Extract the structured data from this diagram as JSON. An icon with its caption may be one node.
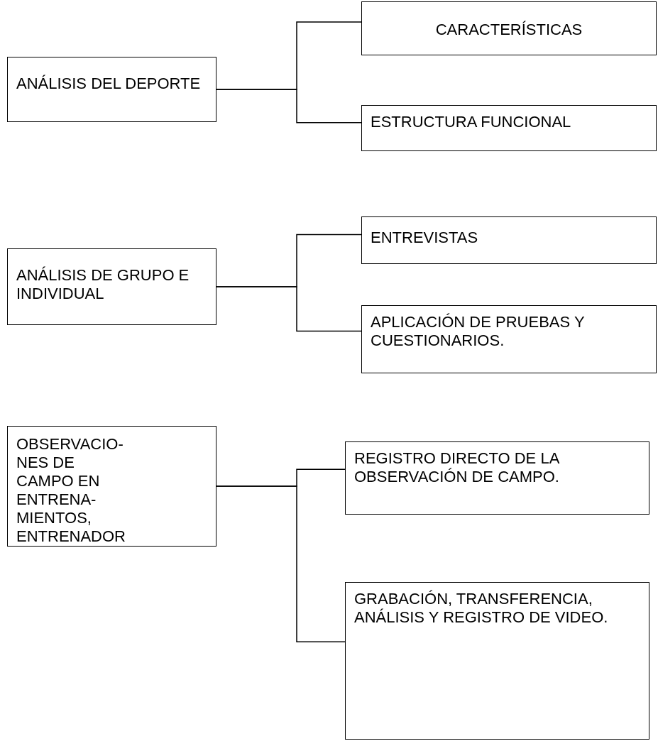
{
  "diagram": {
    "nodes": [
      {
        "text": [
          "ANÁLISIS DEL DEPORTE"
        ]
      },
      {
        "text": [
          "CARACTERÍSTICAS"
        ]
      },
      {
        "text": [
          "ESTRUCTURA FUNCIONAL"
        ]
      },
      {
        "text": [
          "ANÁLISIS DE GRUPO E INDIVIDUAL"
        ]
      },
      {
        "text": [
          "ENTREVISTAS"
        ]
      },
      {
        "text": [
          "APLICACIÓN DE PRUEBAS Y CUESTIONARIOS."
        ]
      },
      {
        "text": [
          "OBSERVACIO- NES DE CAMPO EN ENTRENA- MIENTOS, ENTRENADOR"
        ]
      },
      {
        "text": [
          "REGISTRO DIRECTO DE LA OBSERVACIÓN DE CAMPO."
        ]
      },
      {
        "text": [
          "GRABACIÓN, TRANSFERENCIA, ANÁLISIS Y REGISTRO DE VIDEO."
        ]
      }
    ],
    "edges": [
      {
        "from": 0,
        "to": 1,
        "arrow": "none"
      },
      {
        "from": 0,
        "to": 2,
        "arrow": "none"
      },
      {
        "from": 3,
        "to": 4,
        "arrow": "none"
      },
      {
        "from": 3,
        "to": 5,
        "arrow": "none"
      },
      {
        "from": 6,
        "to": 7,
        "arrow": "none"
      },
      {
        "from": 6,
        "to": 8,
        "arrow": "none"
      }
    ]
  }
}
